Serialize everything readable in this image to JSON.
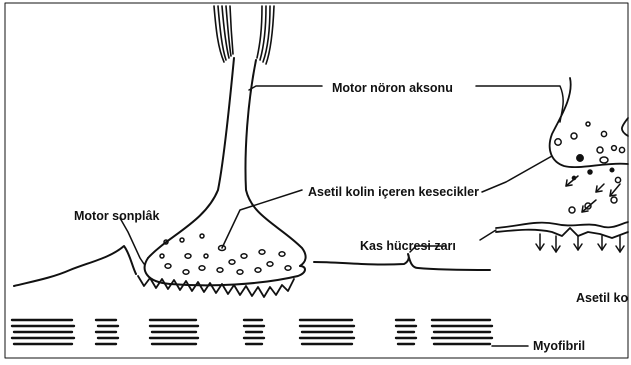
{
  "labels": {
    "axon": "Motor nöron aksonu",
    "vesicles": "Asetil kolin içeren kesecikler",
    "endplate": "Motor sonplâk",
    "membrane": "Kas hücresi zarı",
    "myofibril": "Myofibril",
    "acetylcholine_partial": "Asetil ko"
  },
  "colors": {
    "ink": "#111111",
    "background": "#ffffff"
  }
}
